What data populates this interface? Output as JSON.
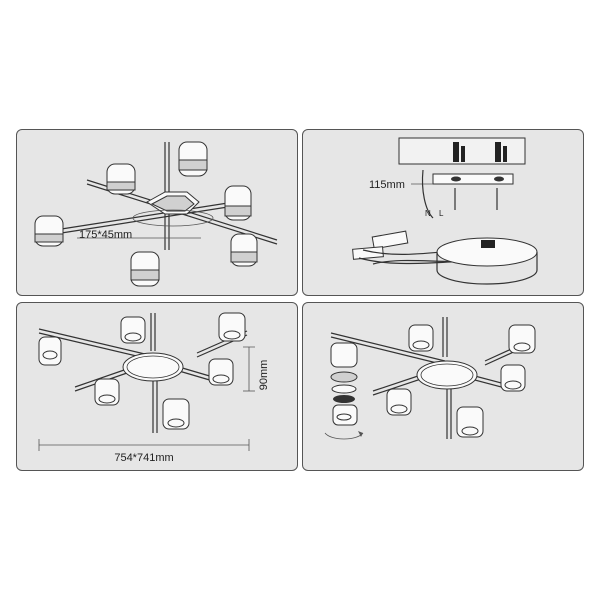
{
  "dimensions": {
    "base_plate": "175*45mm",
    "wire_length": "115mm",
    "height": "90mm",
    "span": "754*741mm"
  },
  "wiring": {
    "terminal_n": "N",
    "terminal_l": "L"
  }
}
